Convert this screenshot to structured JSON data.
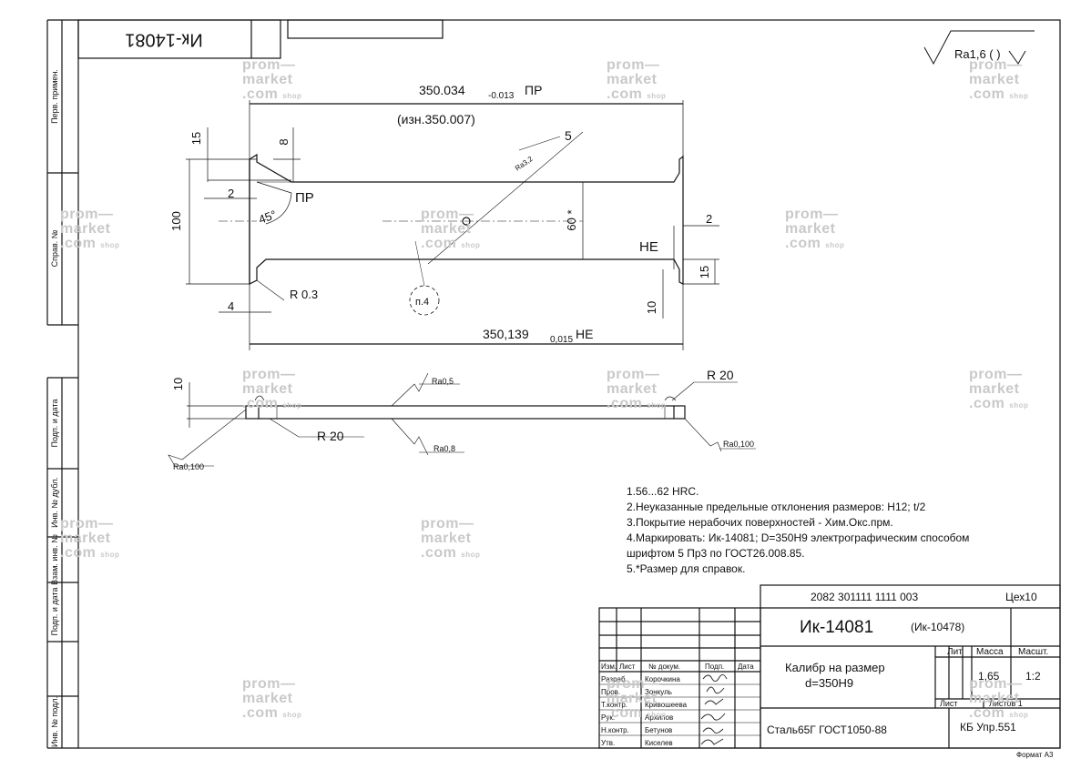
{
  "drawing_id_rotated": "Ик-14081",
  "roughness_general": "Ra1,6 (   )",
  "dims": {
    "top_length": "350.034",
    "top_tol": "-0.013",
    "top_label": "ПР",
    "wear": "(изн.350.007)",
    "d5": "5",
    "ra_small": "Ra3,2",
    "d15_left": "15",
    "d8": "8",
    "d2_left": "2",
    "pr_label": "ПР",
    "angle": "45°",
    "d100": "100",
    "d60": "60 *",
    "d2_right": "2",
    "ne_label": "НЕ",
    "d15_right": "15",
    "r03": "R 0.3",
    "d4": "4",
    "p4": "п.4",
    "d10_right": "10",
    "bottom_length": "350,139",
    "bottom_tol": "0,015",
    "bottom_label": "НЕ"
  },
  "side_view": {
    "d10": "10",
    "r20_right": "R 20",
    "r20_left": "R 20",
    "ra05": "Ra0,5",
    "ra08": "Ra0,8",
    "ra0100_left": "Ra0,100",
    "ra0100_right": "Ra0,100"
  },
  "notes": [
    "1.56...62 HRC.",
    "2.Неуказанные предельные отклонения размеров: H12;                  t/2",
    "3.Покрытие нерабочих поверхностей - Хим.Окс.прм.",
    "4.Маркировать: Ик-14081; D=350H9  электрографическим способом",
    "шрифтом 5 Пр3 по ГОСТ26.008.85.",
    "5.*Размер для справок."
  ],
  "title_block": {
    "doc_number": "2082 301111 1111 003",
    "shop": "Цех10",
    "designation": "Ик-14081",
    "designation_alt": "(Ик-10478)",
    "name_line1": "Калибр на размер",
    "name_line2": "d=350H9",
    "col_lit": "Лит.",
    "col_mass": "Масса",
    "col_scale": "Масшт.",
    "mass": "1,65",
    "scale": "1:2",
    "sheet": "Лист",
    "sheets": "Листов 1",
    "material": "Сталь65Г  ГОСТ1050-88",
    "org": "КБ  Упр.551",
    "format": "Формат А3",
    "hdr_izm": "Изм.",
    "hdr_list": "Лист",
    "hdr_doc": "№ докум.",
    "hdr_sign": "Подп.",
    "hdr_date": "Дата",
    "roles": [
      "Разраб.",
      "Пров.",
      "Т.контр.",
      "Рук.",
      "Н.контр.",
      "Утв."
    ],
    "names": [
      "Корочкина",
      "Зонкуль",
      "Кривошеева",
      "Архипов",
      "Бетунов",
      "Киселев"
    ]
  },
  "left_strip": [
    "Перв. примен.",
    "Справ. №",
    "Подп. и дата",
    "Инв. № дубл.",
    "Взам. инв. №",
    "Подп. и дата",
    "Инв. № подл."
  ],
  "watermark": {
    "l1": "prom—",
    "l2": "market",
    "l3": ".com",
    "shop": "shop"
  }
}
